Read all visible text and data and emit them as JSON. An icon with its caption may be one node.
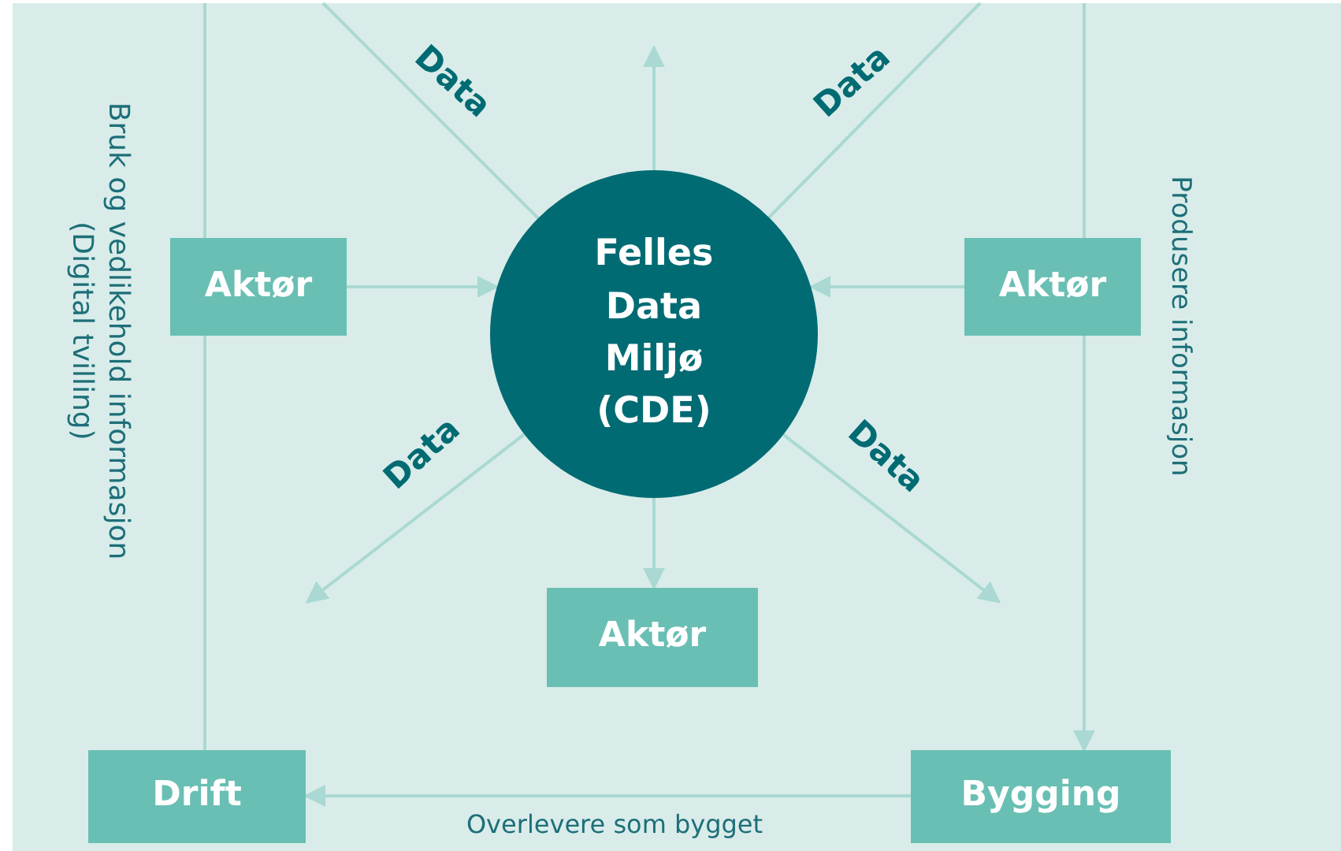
{
  "diagram": {
    "nodes": [
      {
        "text": [
          "Felles Data Miljø (CDE)"
        ]
      },
      {
        "text": [
          "Aktør"
        ]
      },
      {
        "text": [
          "Aktør"
        ]
      },
      {
        "text": [
          "Aktør"
        ]
      },
      {
        "text": [
          "Drift"
        ]
      },
      {
        "text": [
          "Bygging"
        ]
      }
    ],
    "edges": [
      {
        "from": 0,
        "to": null,
        "arrow": "none",
        "label": "Data"
      },
      {
        "from": 0,
        "to": null,
        "arrow": "none",
        "label": "Data"
      },
      {
        "from": 1,
        "to": 0,
        "arrow": "to"
      },
      {
        "from": 2,
        "to": 0,
        "arrow": "to"
      },
      {
        "from": 0,
        "to": null,
        "arrow": "to"
      },
      {
        "from": 0,
        "to": 3,
        "arrow": "to"
      },
      {
        "from": 0,
        "to": null,
        "arrow": "to",
        "label": "Data"
      },
      {
        "from": 0,
        "to": null,
        "arrow": "to",
        "label": "Data"
      },
      {
        "from": null,
        "to": 5,
        "arrow": "to",
        "label": "Produsere informasjon"
      },
      {
        "from": 5,
        "to": 4,
        "arrow": "to",
        "label": "Overlevere som bygget"
      },
      {
        "from": 4,
        "to": null,
        "arrow": "none",
        "label": "Bruk og vedlikehold informasjon (Digital tvilling)"
      }
    ]
  }
}
